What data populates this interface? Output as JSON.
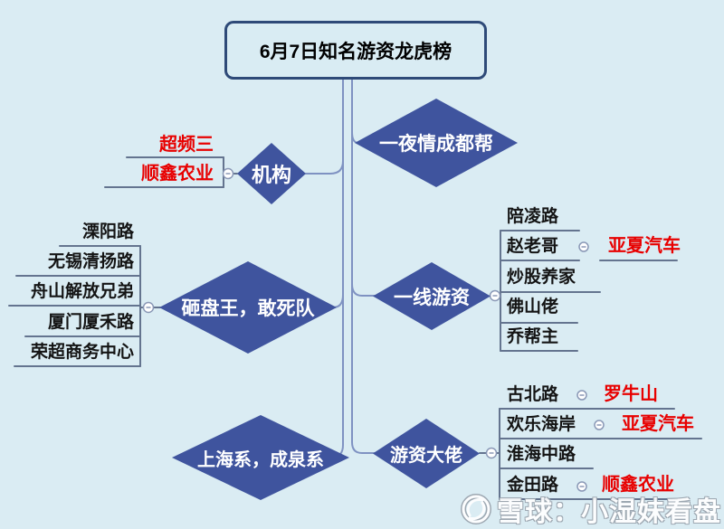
{
  "title": "6月7日知名游资龙虎榜",
  "branches": [
    {
      "id": "jigou",
      "label": "机构",
      "members": [
        {
          "name": "超频三",
          "highlight": true
        },
        {
          "name": "顺鑫农业",
          "highlight": true
        }
      ]
    },
    {
      "id": "yeqing-chengdu",
      "label": "一夜情成都帮",
      "members": []
    },
    {
      "id": "zapanwang",
      "label": "砸盘王，敢死队",
      "members": [
        {
          "name": "溧阳路"
        },
        {
          "name": "无锡清扬路"
        },
        {
          "name": "舟山解放兄弟"
        },
        {
          "name": "厦门厦禾路"
        },
        {
          "name": "荣超商务中心"
        }
      ]
    },
    {
      "id": "yixian-youzi",
      "label": "一线游资",
      "members": [
        {
          "name": "陪凌路"
        },
        {
          "name": "赵老哥",
          "stock": "亚夏汽车"
        },
        {
          "name": "炒股养家"
        },
        {
          "name": "佛山佬"
        },
        {
          "name": "乔帮主"
        }
      ]
    },
    {
      "id": "shanghai-chengquan",
      "label": "上海系，成泉系",
      "members": []
    },
    {
      "id": "youzi-dalao",
      "label": "游资大佬",
      "members": [
        {
          "name": "古北路",
          "stock": "罗牛山"
        },
        {
          "name": "欢乐海岸",
          "stock": "亚夏汽车"
        },
        {
          "name": "淮海中路"
        },
        {
          "name": "金田路",
          "stock": "顺鑫农业"
        }
      ]
    }
  ],
  "watermark": {
    "text": "雪球：小湿妹看盘"
  },
  "colors": {
    "background": "#daecf3",
    "diamond_fill": "#3f549e",
    "diamond_text": "#ffffff",
    "highlight_red": "#e80000",
    "connector_line": "#7f92c2",
    "bracket_line": "#64748f",
    "title_border": "#2e4a78"
  }
}
